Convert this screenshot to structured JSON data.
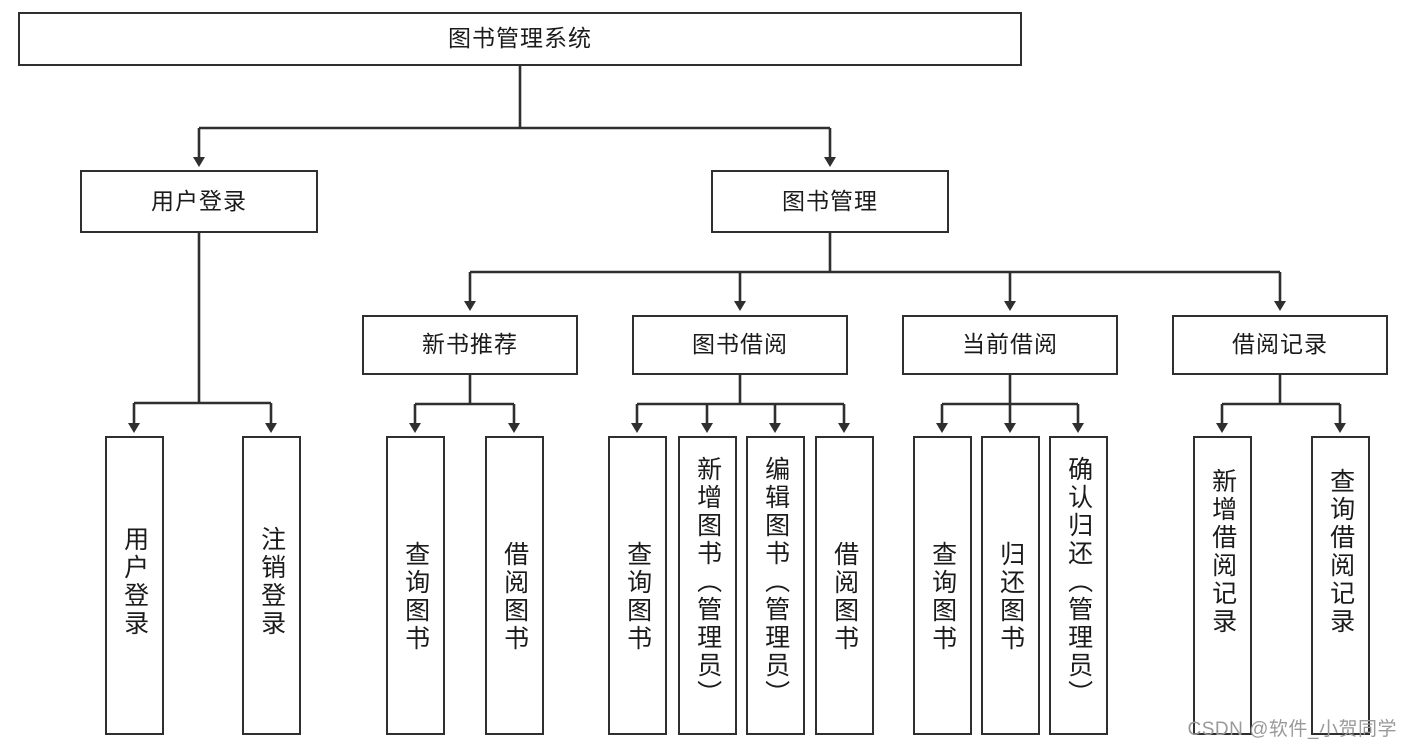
{
  "diagram": {
    "title": "图书管理系统",
    "type": "tree-hierarchy-diagram",
    "watermark": "CSDN @软件_小贺同学",
    "colors": {
      "box_border": "#2f2f2f",
      "box_fill": "#ffffff",
      "edge": "#2f2f2f",
      "text": "#1b1b1b",
      "watermark": "#9a9a9a"
    },
    "root": {
      "label": "图书管理系统"
    },
    "level2": [
      {
        "label": "用户登录"
      },
      {
        "label": "图书管理"
      }
    ],
    "level3": [
      {
        "label": "新书推荐"
      },
      {
        "label": "图书借阅"
      },
      {
        "label": "当前借阅"
      },
      {
        "label": "借阅记录"
      }
    ],
    "leaves": {
      "user_login": [
        {
          "label": "用户登录"
        },
        {
          "label": "注销登录"
        }
      ],
      "new_book_recommend": [
        {
          "label": "查询图书"
        },
        {
          "label": "借阅图书"
        }
      ],
      "book_borrow": [
        {
          "label": "查询图书"
        },
        {
          "label": "新增图书（管理员）"
        },
        {
          "label": "编辑图书（管理员）"
        },
        {
          "label": "借阅图书"
        }
      ],
      "current_borrow": [
        {
          "label": "查询图书"
        },
        {
          "label": "归还图书"
        },
        {
          "label": "确认归还（管理员）"
        }
      ],
      "borrow_record": [
        {
          "label": "新增借阅记录"
        },
        {
          "label": "查询借阅记录"
        }
      ]
    }
  }
}
